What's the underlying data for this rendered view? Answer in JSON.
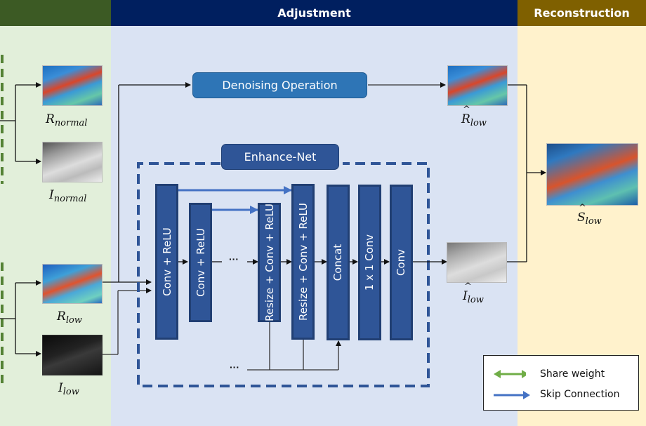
{
  "header": {
    "decomposition_label": "",
    "adjustment_label": "Adjustment",
    "reconstruction_label": "Reconstruction"
  },
  "colors": {
    "decomposition_band": "#3c5a24",
    "decomposition_bg": "#e2efda",
    "adjustment_band": "#001f5f",
    "adjustment_bg": "#dae3f3",
    "reconstruction_band": "#7f6000",
    "reconstruction_bg": "#fff2cc",
    "block_fill": "#2f5597",
    "denoise_fill": "#2e75b6",
    "share_weight_arrow": "#70ad47",
    "skip_arrow": "#4472c4"
  },
  "images": {
    "r_normal": {
      "base": "R",
      "sub": "normal",
      "hat": false,
      "kind": "color"
    },
    "i_normal": {
      "base": "I",
      "sub": "normal",
      "hat": false,
      "kind": "gray-bright"
    },
    "r_low": {
      "base": "R",
      "sub": "low",
      "hat": false,
      "kind": "color"
    },
    "i_low": {
      "base": "I",
      "sub": "low",
      "hat": false,
      "kind": "dark"
    },
    "r_hat_low": {
      "base": "R",
      "sub": "low",
      "hat": true,
      "kind": "color"
    },
    "i_hat_low": {
      "base": "I",
      "sub": "low",
      "hat": true,
      "kind": "gray-bright"
    },
    "s_hat_low": {
      "base": "S",
      "sub": "low",
      "hat": true,
      "kind": "color"
    }
  },
  "adjustment": {
    "denoising_label": "Denoising Operation",
    "enhance_net_label": "Enhance-Net",
    "blocks": [
      "Conv + ReLU",
      "Conv + ReLU",
      "Resize + Conv + ReLU",
      "Resize + Conv + ReLU",
      "Concat",
      "1 x 1 Conv",
      "Conv"
    ],
    "ellipsis_middle": "···",
    "ellipsis_bottom": "···"
  },
  "legend": {
    "items": [
      {
        "label": "Share weight",
        "arrow": "double-arrow"
      },
      {
        "label": "Skip Connection",
        "arrow": "arrow"
      }
    ]
  }
}
